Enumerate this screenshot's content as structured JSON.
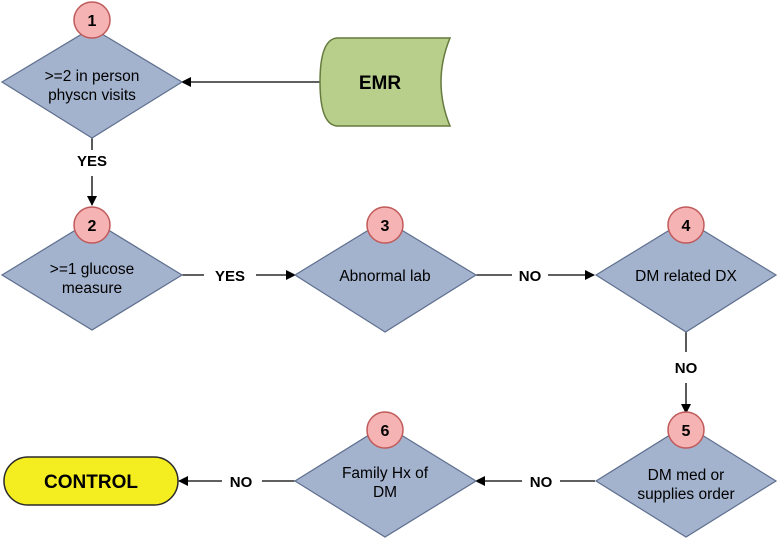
{
  "colors": {
    "decision_fill": "#a3b2cd",
    "decision_stroke": "#5e6f8e",
    "badge_fill": "#f6b3b3",
    "badge_stroke": "#c05a5a",
    "emr_fill": "#b7cf8b",
    "emr_stroke": "#667a3e",
    "control_fill": "#f4ee20",
    "control_stroke": "#2a2a2a",
    "arrow": "#000000"
  },
  "source": {
    "label": "EMR"
  },
  "terminal": {
    "label": "CONTROL"
  },
  "decisions": [
    {
      "number": "1",
      "lines": [
        ">=2 in person",
        "physcn visits"
      ]
    },
    {
      "number": "2",
      "lines": [
        ">=1 glucose",
        "measure"
      ]
    },
    {
      "number": "3",
      "lines": [
        "Abnormal lab"
      ]
    },
    {
      "number": "4",
      "lines": [
        "DM related DX"
      ]
    },
    {
      "number": "5",
      "lines": [
        "DM med or",
        "supplies order"
      ]
    },
    {
      "number": "6",
      "lines": [
        "Family Hx of",
        "DM"
      ]
    }
  ],
  "edges": {
    "d1_to_d2": "YES",
    "d2_to_d3": "YES",
    "d3_to_d4": "NO",
    "d4_to_d5": "NO",
    "d5_to_d6": "NO",
    "d6_to_control": "NO"
  }
}
